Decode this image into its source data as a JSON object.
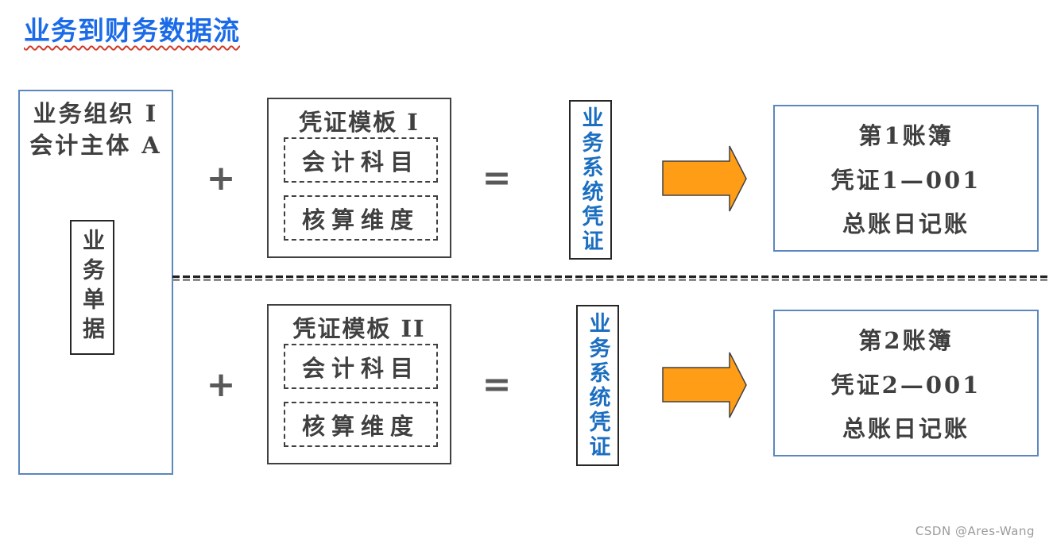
{
  "page": {
    "title": "业务到财务数据流",
    "watermark": "CSDN @Ares-Wang"
  },
  "colors": {
    "title_blue": "#1b6be8",
    "underline_red": "#d03a2b",
    "panel_border_blue": "#5b87be",
    "voucher_text_blue": "#1b6ec0",
    "arrow_orange": "#ff9e16",
    "dark_text": "#3f3f3f"
  },
  "left_panel": {
    "org_line1": "业务组织 I",
    "org_line2": "会计主体 A",
    "doc_label": "业务单据"
  },
  "rows": [
    {
      "plus": "+",
      "equals": "=",
      "template": {
        "title": "凭证模板 I",
        "items": [
          "会计科目",
          "核算维度"
        ]
      },
      "voucher_label": "业务系统凭证",
      "ledger_lines": [
        "第1账簿",
        "凭证1—001",
        "总账日记账"
      ]
    },
    {
      "plus": "+",
      "equals": "=",
      "template": {
        "title": "凭证模板 II",
        "items": [
          "会计科目",
          "核算维度"
        ]
      },
      "voucher_label": "业务系统凭证",
      "ledger_lines": [
        "第2账簿",
        "凭证2—001",
        "总账日记账"
      ]
    }
  ]
}
